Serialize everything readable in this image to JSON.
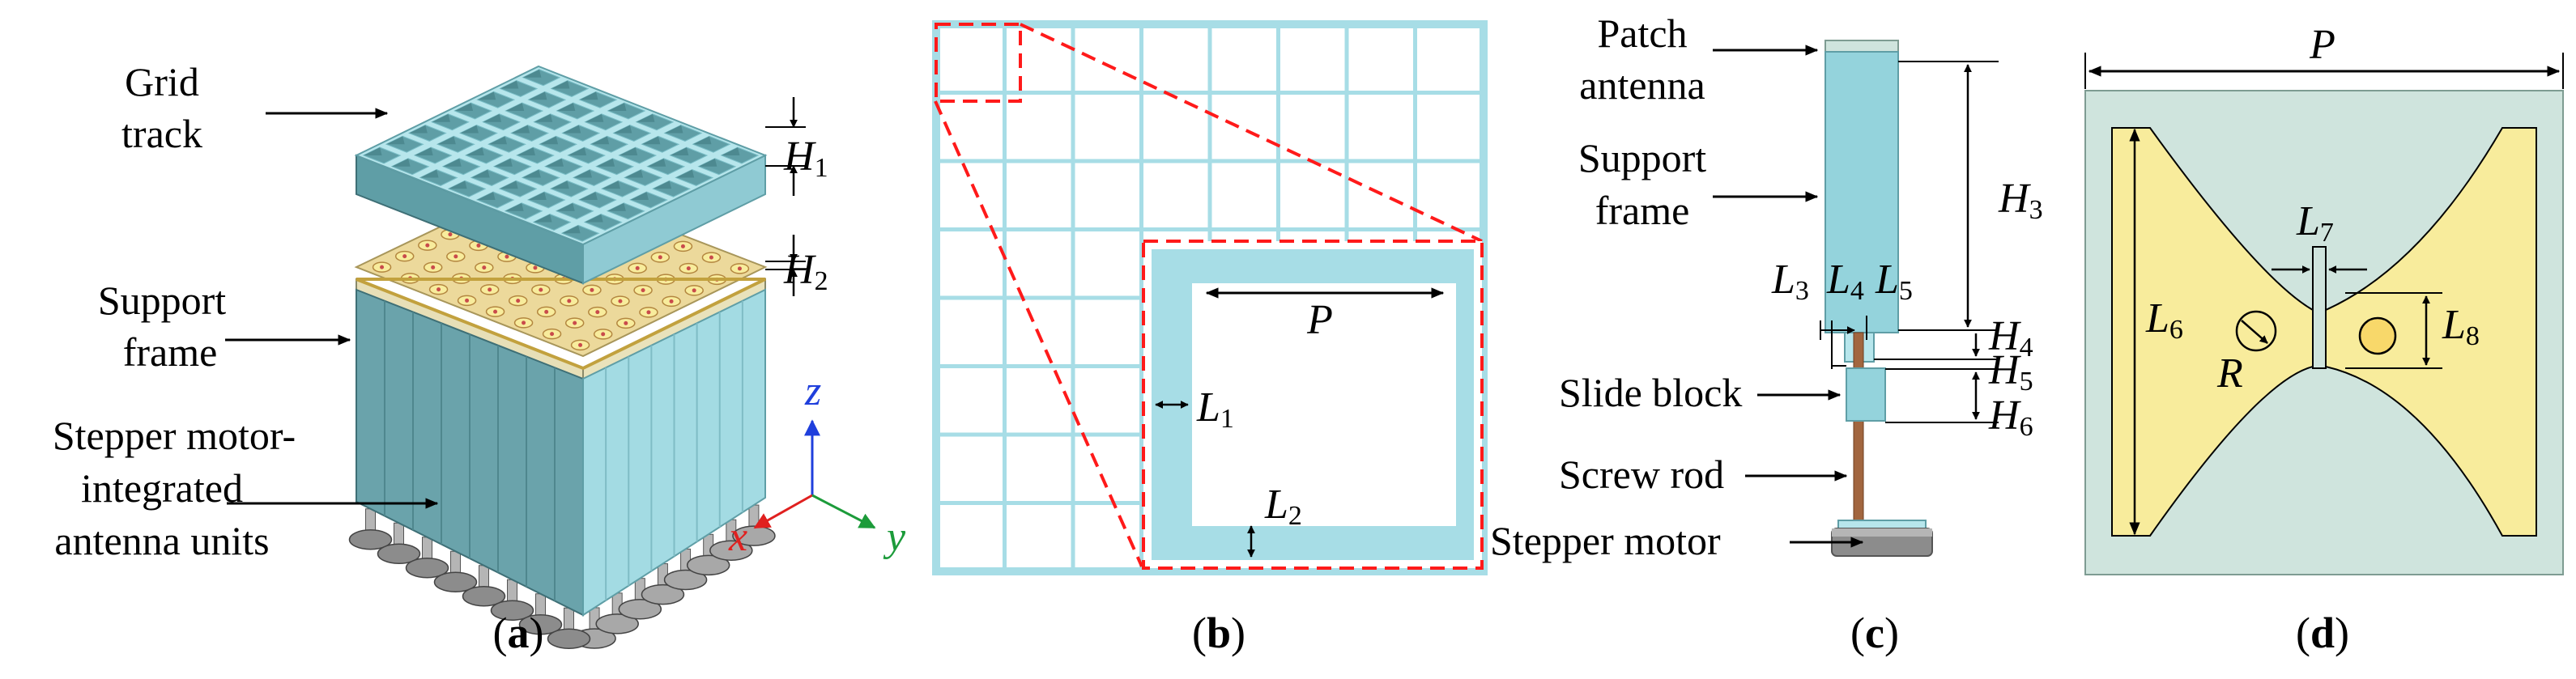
{
  "colors": {
    "track": "#9fd8e0",
    "track_dark": "#5f9ea6",
    "track_mid": "#79bdc6",
    "grid_line": "#a7dde6",
    "frame": "#94d3dc",
    "patch_sub": "#cfe4dd",
    "patch_metal": "#f8ec9c",
    "dashed": "#ff1a1a",
    "motor": "#8c8c8c",
    "rod": "#a2663f",
    "axis_z": "#1f3fdc",
    "axis_x": "#e0201f",
    "axis_y": "#1c9b3a"
  },
  "icons": [
    "arrow-right-icon",
    "dimension-arrow-icon",
    "axis-triad-icon"
  ],
  "panel_a": {
    "caption": {
      "open": "(",
      "letter": "a",
      "close": ")"
    },
    "labels": {
      "grid_track_1": "Grid",
      "grid_track_2": "track",
      "support_frame_1": "Support",
      "support_frame_2": "frame",
      "motor_units_1": "Stepper motor-",
      "motor_units_2": "integrated",
      "motor_units_3": "antenna units"
    },
    "dims": [
      {
        "sym": "H",
        "sub": "1"
      },
      {
        "sym": "H",
        "sub": "2"
      }
    ],
    "axes": {
      "z": "z",
      "x": "x",
      "y": "y"
    }
  },
  "panel_b": {
    "caption": {
      "open": "(",
      "letter": "b",
      "close": ")"
    },
    "dims": {
      "p": {
        "sym": "P",
        "sub": ""
      },
      "l1": {
        "sym": "L",
        "sub": "1"
      },
      "l2": {
        "sym": "L",
        "sub": "2"
      }
    }
  },
  "panel_c": {
    "caption": {
      "open": "(",
      "letter": "c",
      "close": ")"
    },
    "labels": {
      "patch_1": "Patch",
      "patch_2": "antenna",
      "support_1": "Support",
      "support_2": "frame",
      "slide_block": "Slide block",
      "screw_rod": "Screw rod",
      "stepper_motor": "Stepper motor"
    },
    "dims": {
      "h3": {
        "sym": "H",
        "sub": "3"
      },
      "h4": {
        "sym": "H",
        "sub": "4"
      },
      "h5": {
        "sym": "H",
        "sub": "5"
      },
      "h6": {
        "sym": "H",
        "sub": "6"
      },
      "l3": {
        "sym": "L",
        "sub": "3"
      },
      "l4": {
        "sym": "L",
        "sub": "4"
      },
      "l5": {
        "sym": "L",
        "sub": "5"
      }
    }
  },
  "panel_d": {
    "caption": {
      "open": "(",
      "letter": "d",
      "close": ")"
    },
    "dims": {
      "p": {
        "sym": "P",
        "sub": ""
      },
      "l6": {
        "sym": "L",
        "sub": "6"
      },
      "l7": {
        "sym": "L",
        "sub": "7"
      },
      "l8": {
        "sym": "L",
        "sub": "8"
      },
      "r": {
        "sym": "R",
        "sub": ""
      }
    }
  }
}
